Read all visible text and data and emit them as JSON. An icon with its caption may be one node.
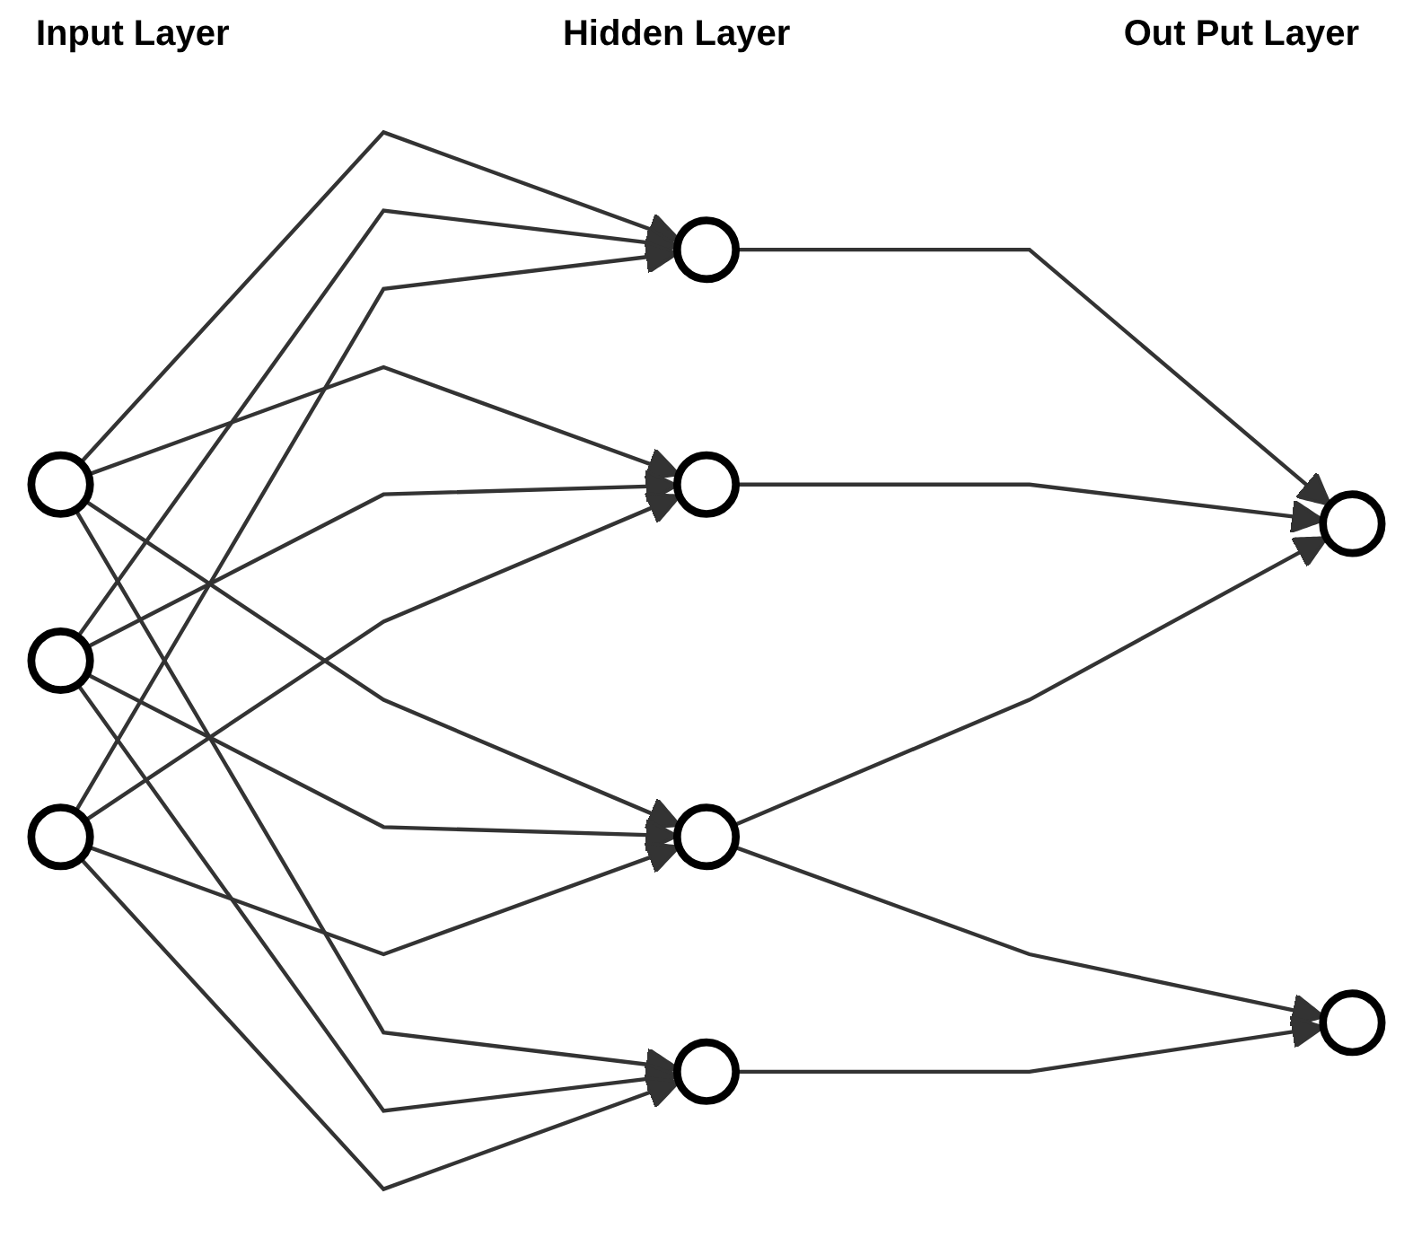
{
  "diagram": {
    "nodes": [
      {
        "text": [],
        "shape": "circle"
      },
      {
        "text": [],
        "shape": "circle"
      },
      {
        "text": [],
        "shape": "circle"
      },
      {
        "text": [],
        "shape": "circle"
      },
      {
        "text": [],
        "shape": "circle"
      },
      {
        "text": [],
        "shape": "circle"
      },
      {
        "text": [],
        "shape": "circle"
      },
      {
        "text": [],
        "shape": "circle"
      },
      {
        "text": [],
        "shape": "circle"
      }
    ],
    "edges": [
      {
        "from": 0,
        "to": 3,
        "arrow": "to"
      },
      {
        "from": 0,
        "to": 4,
        "arrow": "to"
      },
      {
        "from": 0,
        "to": 5,
        "arrow": "to"
      },
      {
        "from": 0,
        "to": 6,
        "arrow": "to"
      },
      {
        "from": 1,
        "to": 3,
        "arrow": "to"
      },
      {
        "from": 1,
        "to": 4,
        "arrow": "to"
      },
      {
        "from": 1,
        "to": 5,
        "arrow": "to"
      },
      {
        "from": 1,
        "to": 6,
        "arrow": "to"
      },
      {
        "from": 2,
        "to": 3,
        "arrow": "to"
      },
      {
        "from": 2,
        "to": 4,
        "arrow": "to"
      },
      {
        "from": 2,
        "to": 5,
        "arrow": "to"
      },
      {
        "from": 2,
        "to": 6,
        "arrow": "to"
      },
      {
        "from": 3,
        "to": 7,
        "arrow": "to"
      },
      {
        "from": 4,
        "to": 7,
        "arrow": "to"
      },
      {
        "from": 5,
        "to": 7,
        "arrow": "to"
      },
      {
        "from": 5,
        "to": 8,
        "arrow": "to"
      },
      {
        "from": 6,
        "to": 8,
        "arrow": "to"
      }
    ],
    "labels": [
      "Input Layer",
      "Hidden Layer",
      "Out Put Layer"
    ]
  }
}
